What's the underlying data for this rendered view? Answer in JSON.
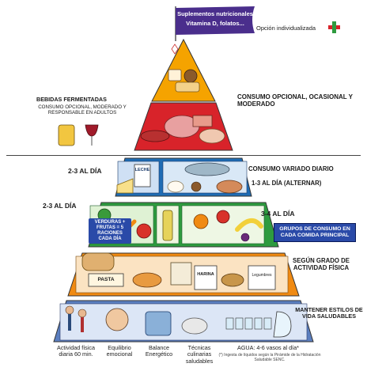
{
  "flag": {
    "line1": "Suplementos nutricionales",
    "line2": "Vitamina D, folatos..."
  },
  "option_label": "Opción individualizada",
  "colors": {
    "tier_top": "#f5a300",
    "tier_red": "#d8232a",
    "tier_blue": "#1f6cb4",
    "tier_green": "#2e9b3f",
    "tier_orange": "#f08a12",
    "tier_base": "#5b7fc0",
    "flag_purple": "#4a2e8c",
    "callout_blue": "#2a4aa8"
  },
  "left_labels": {
    "fermented_title": "BEBIDAS FERMENTADAS",
    "fermented_sub": "CONSUMO OPCIONAL, MODERADO Y RESPONSABLE EN ADULTOS",
    "dairy_freq": "2-3 AL DÍA",
    "fruit_freq": "2-3 AL DÍA"
  },
  "right_labels": {
    "optional": "CONSUMO OPCIONAL, OCASIONAL Y MODERADO",
    "varied": "CONSUMO VARIADO DIARIO",
    "varied_freq": "1-3 AL DÍA (ALTERNAR)",
    "oil_freq": "3-4 AL DÍA",
    "group_box": "GRUPOS DE CONSUMO EN CADA COMIDA PRINCIPAL",
    "activity": "SEGÚN GRADO DE ACTIVIDAD FÍSICA",
    "lifestyle": "MANTENER ESTILOS DE VIDA SALUDABLES"
  },
  "veg_callout": "VERDURAS + FRUTAS = 5 RACIONES CADA DÍA",
  "food_labels": {
    "milk": "LECHE",
    "pasta": "PASTA",
    "harina": "HARINA",
    "legumbres": "Legumbres"
  },
  "bottom_captions": [
    "Actividad física diaria 60 min.",
    "Equilibrio emocional",
    "Balance Energético",
    "Técnicas culinarias saludables"
  ],
  "water": {
    "label": "AGUA: 4-6 vasos al día*",
    "footnote": "(*) Ingesta de líquidos según la Pirámide de la Hidratación Saludable SENC."
  }
}
